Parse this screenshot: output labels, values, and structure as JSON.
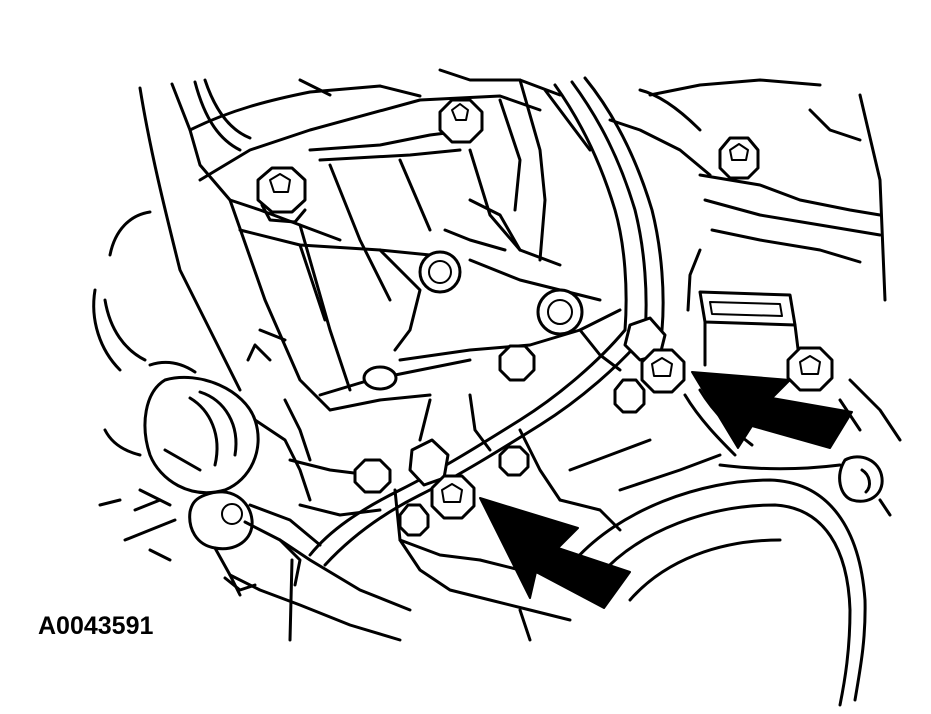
{
  "figure": {
    "id_label": "A0043591"
  },
  "callouts": [
    {
      "name": "arrow-upper-right",
      "points_to": "clip-bolt-upper"
    },
    {
      "name": "arrow-lower-center",
      "points_to": "clip-bolt-lower"
    }
  ],
  "colors": {
    "line": "#000000",
    "background": "#ffffff"
  }
}
